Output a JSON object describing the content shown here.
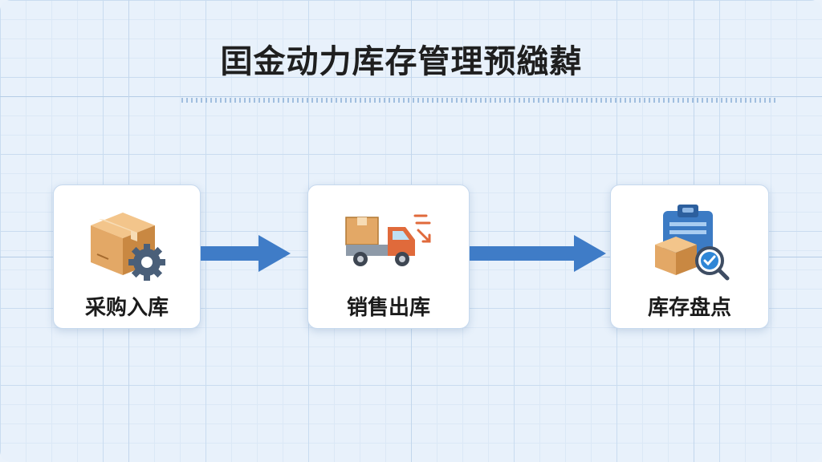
{
  "title": "囯金动力库存管理预繈繛",
  "steps": [
    {
      "label": "采购入库",
      "icon": "box-gear-icon"
    },
    {
      "label": "销售出库",
      "icon": "delivery-truck-icon"
    },
    {
      "label": "库存盘点",
      "icon": "inventory-check-icon"
    }
  ],
  "colors": {
    "background": "#e8f1fb",
    "arrow": "#3f7cc7",
    "box": "#e3a866",
    "gear": "#4a5f79",
    "truck": "#e06a3b",
    "clipboard": "#3c7bc4",
    "check": "#2f86d6"
  }
}
